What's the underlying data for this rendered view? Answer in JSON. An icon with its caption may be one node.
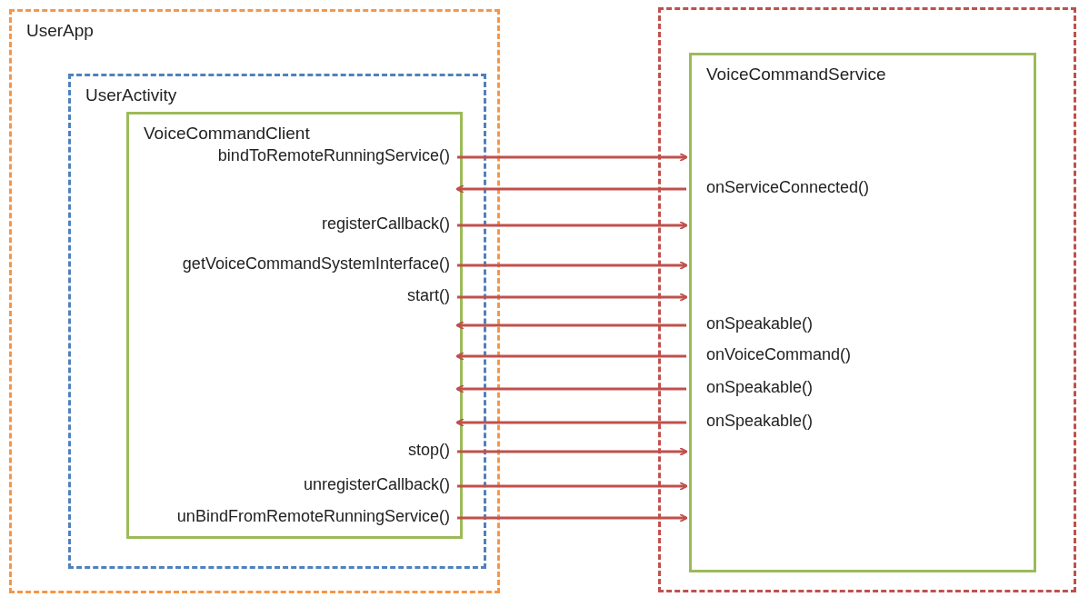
{
  "diagram": {
    "nodes": [
      {
        "text": [
          "UserApp"
        ]
      },
      {
        "text": [
          "UserActivity"
        ],
        "in": 0
      },
      {
        "text": [
          "VoiceCommandClient"
        ],
        "in": 1
      },
      {
        "text": [],
        "shape": "box"
      },
      {
        "text": [
          "VoiceCommandService"
        ],
        "in": 3
      }
    ],
    "edges": [
      {
        "from": 2,
        "to": 4,
        "arrow": "to",
        "label": "bindToRemoteRunningService()"
      },
      {
        "from": 4,
        "to": 2,
        "arrow": "to",
        "label": "onServiceConnected()"
      },
      {
        "from": 2,
        "to": 4,
        "arrow": "to",
        "label": "registerCallback()"
      },
      {
        "from": 2,
        "to": 4,
        "arrow": "to",
        "label": "getVoiceCommandSystemInterface()"
      },
      {
        "from": 2,
        "to": 4,
        "arrow": "to",
        "label": "start()"
      },
      {
        "from": 4,
        "to": 2,
        "arrow": "to",
        "label": "onSpeakable()"
      },
      {
        "from": 4,
        "to": 2,
        "arrow": "to",
        "label": "onVoiceCommand()"
      },
      {
        "from": 4,
        "to": 2,
        "arrow": "to",
        "label": "onSpeakable()"
      },
      {
        "from": 4,
        "to": 2,
        "arrow": "to",
        "label": "onSpeakable()"
      },
      {
        "from": 2,
        "to": 4,
        "arrow": "to",
        "label": "stop()"
      },
      {
        "from": 2,
        "to": 4,
        "arrow": "to",
        "label": "unregisterCallback()"
      },
      {
        "from": 2,
        "to": 4,
        "arrow": "to",
        "label": "unBindFromRemoteRunningService()"
      }
    ]
  }
}
